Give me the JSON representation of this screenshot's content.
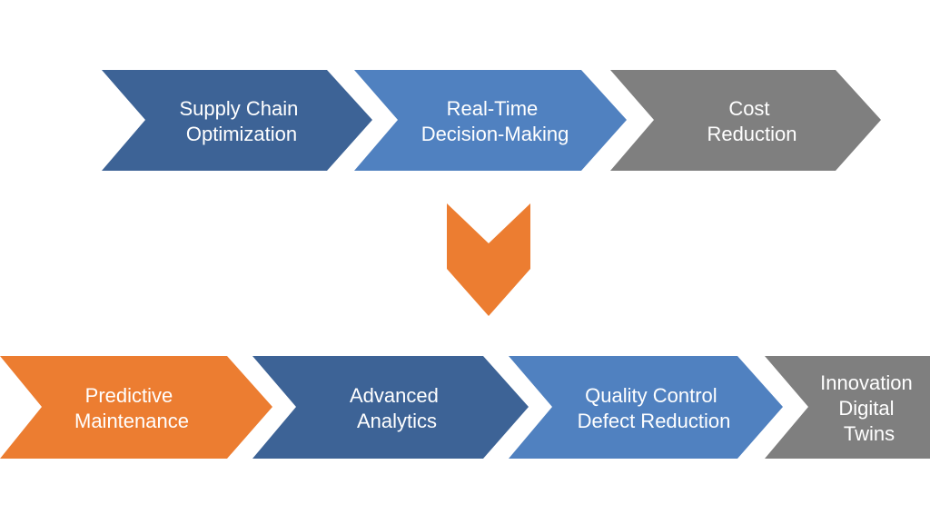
{
  "colors": {
    "dark_blue": "#3D6396",
    "light_blue": "#5081C0",
    "gray": "#7F7F7F",
    "orange": "#EC7D31",
    "text": "#FFFFFF",
    "background": "#FFFFFF"
  },
  "top_row": [
    {
      "lines": [
        "Supply Chain",
        "Optimization"
      ],
      "color": "dark_blue"
    },
    {
      "lines": [
        "Real-Time",
        "Decision-Making"
      ],
      "color": "light_blue"
    },
    {
      "lines": [
        "Cost",
        "Reduction"
      ],
      "color": "gray"
    }
  ],
  "connector": {
    "color": "orange",
    "direction": "down"
  },
  "bottom_row": [
    {
      "lines": [
        "Predictive",
        "Maintenance"
      ],
      "color": "orange"
    },
    {
      "lines": [
        "Advanced",
        "Analytics"
      ],
      "color": "dark_blue"
    },
    {
      "lines": [
        "Quality Control",
        "Defect Reduction"
      ],
      "color": "light_blue"
    },
    {
      "lines": [
        "Innovation",
        "Digital",
        "Twins"
      ],
      "color": "gray"
    }
  ]
}
